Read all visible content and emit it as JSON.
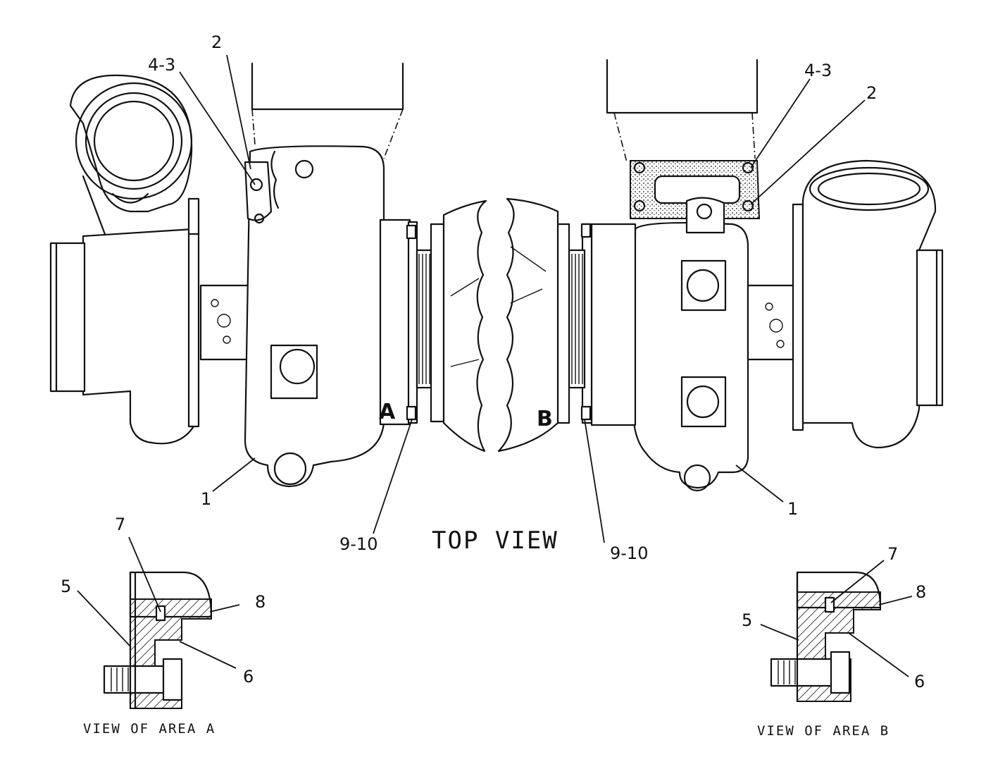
{
  "title": "TOP VIEW",
  "callouts": {
    "left_2": "2",
    "left_4_3": "4-3",
    "left_1": "1",
    "left_9_10": "9-10",
    "right_2": "2",
    "right_4_3": "4-3",
    "right_1": "1",
    "right_9_10": "9-10"
  },
  "area_markers": {
    "a": "A",
    "b": "B"
  },
  "detail_a": {
    "caption": "VIEW OF AREA A",
    "n5": "5",
    "n6": "6",
    "n7": "7",
    "n8": "8"
  },
  "detail_b": {
    "caption": "VIEW OF AREA B",
    "n5": "5",
    "n6": "6",
    "n7": "7",
    "n8": "8"
  }
}
